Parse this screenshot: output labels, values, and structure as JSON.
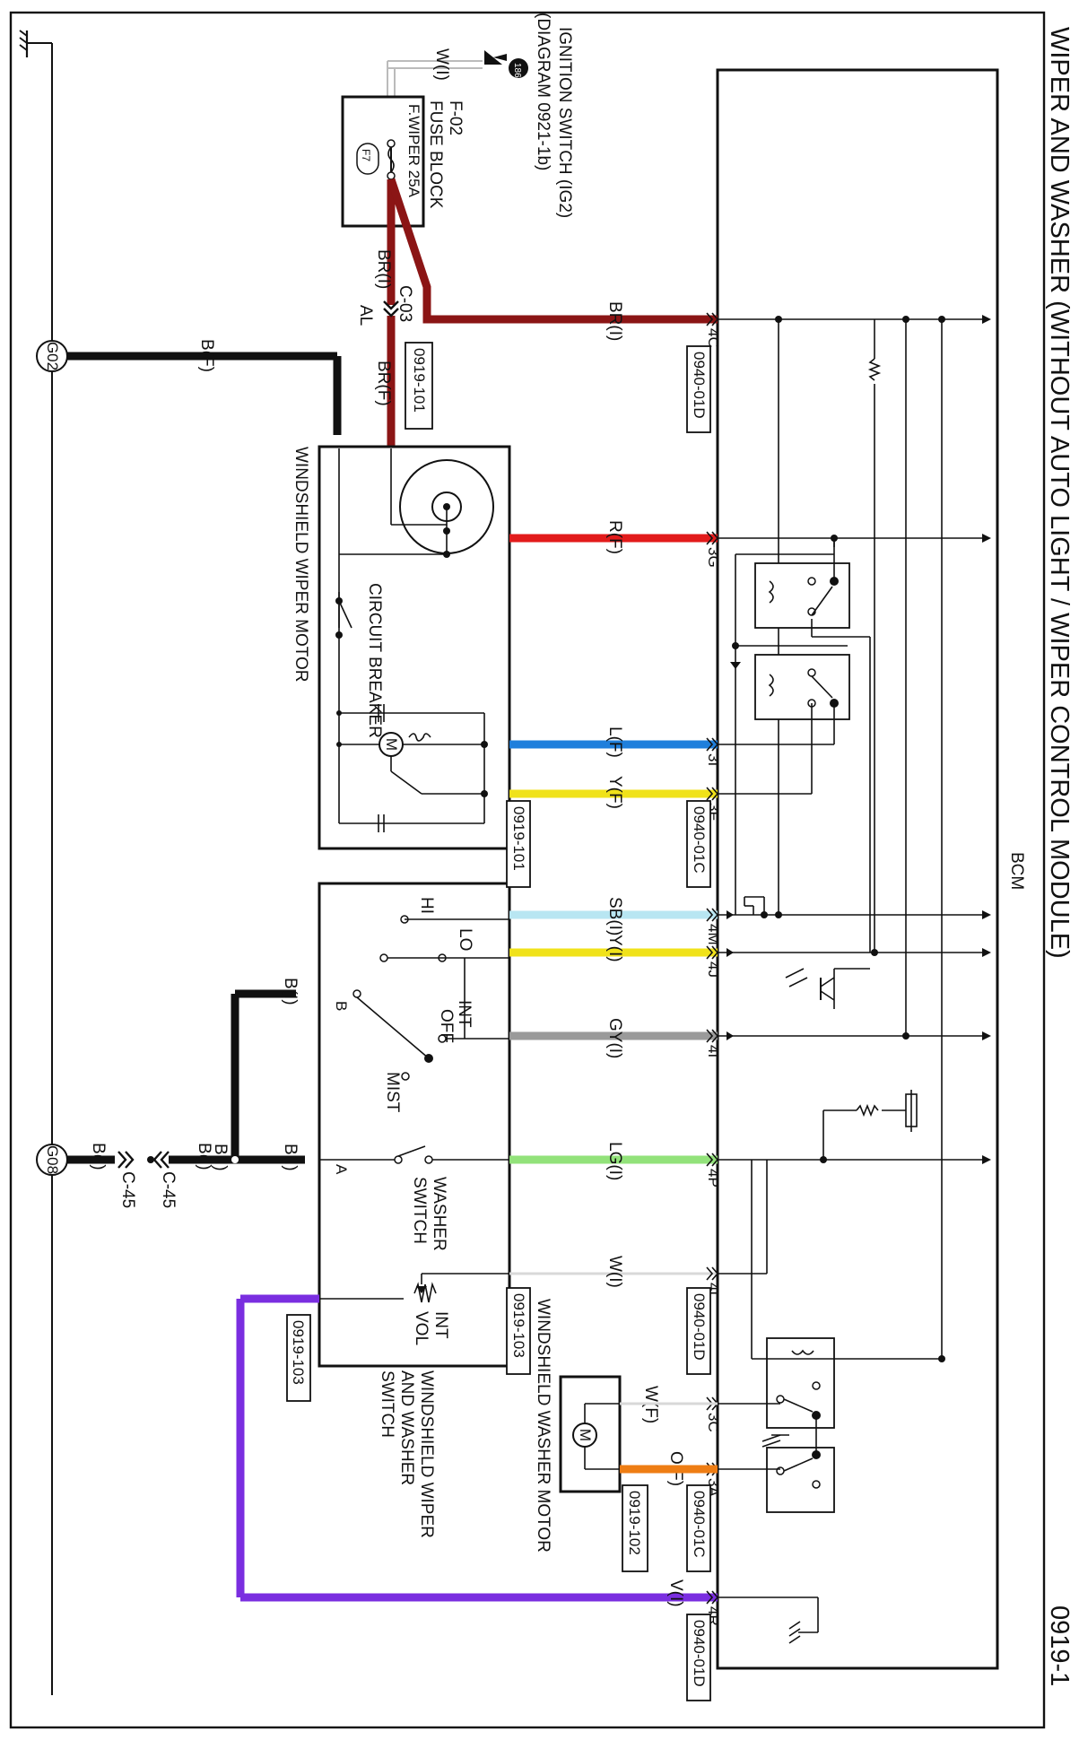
{
  "title": "WIPER AND WASHER (WITHOUT AUTO LIGHT / WIPER CONTROL MODULE)",
  "page_number": "0919-1",
  "bcm_label": "BCM",
  "ignition": {
    "label_line1": "IGNITION SWITCH (IG2)",
    "label_line2": "(DIAGRAM 0921-1b)",
    "badge": "186",
    "wire": "W(I)"
  },
  "fuse_block": {
    "code": "F-02",
    "name": "FUSE BLOCK",
    "fuse": "F.WIPER 25A",
    "tag": "F7"
  },
  "connector_c03": {
    "name": "C-03",
    "side": "AL",
    "wire_left": "BR(I)",
    "wire_right": "BR(F)",
    "ref": "0919-101"
  },
  "grounds": [
    {
      "label": "G02",
      "wire": "B(F)"
    },
    {
      "label": "G08",
      "wire": "B(I)"
    }
  ],
  "connector_c45": {
    "left": "C-45",
    "right": "C-45",
    "wire": "B(I)"
  },
  "wiper_motor": {
    "name": "WINDSHIELD WIPER MOTOR",
    "circuit_breaker": "CIRCUIT BREAKER",
    "ref": "0919-101"
  },
  "wiper_switch": {
    "name_line1": "WINDSHIELD WIPER",
    "name_line2": "AND WASHER",
    "name_line3": "SWITCH",
    "ref": "0919-103",
    "positions": [
      "HI",
      "LO",
      "INT",
      "OFF",
      "MIST"
    ],
    "washer_switch_line1": "WASHER",
    "washer_switch_line2": "SWITCH",
    "int_vol_line1": "INT",
    "int_vol_line2": "VOL",
    "pin_a": "A",
    "pin_b": "B",
    "wire_a": "B(I)",
    "wire_b": "B(I)",
    "wire_join": "B(I)"
  },
  "washer_motor": {
    "name": "WINDSHIELD WASHER MOTOR",
    "ref": "0919-102",
    "mark": "M"
  },
  "motor_mark": "M",
  "bcm_pins": [
    {
      "pin": "4C",
      "wire": "BR(I)",
      "color": "#8b1515"
    },
    {
      "pin": "3G",
      "wire": "R(F)",
      "color": "#e21b1b"
    },
    {
      "pin": "3I",
      "wire": "L(F)",
      "color": "#1f7fdc"
    },
    {
      "pin": "3E",
      "wire": "Y(F)",
      "color": "#f0e21a"
    },
    {
      "pin": "4M",
      "wire": "SB(I)",
      "color": "#b8e6f2"
    },
    {
      "pin": "4J",
      "wire": "Y(I)",
      "color": "#f0e21a"
    },
    {
      "pin": "4I",
      "wire": "GY(I)",
      "color": "#9a9a9a"
    },
    {
      "pin": "4P",
      "wire": "LG(I)",
      "color": "#92e27a"
    },
    {
      "pin": "4L",
      "wire": "W(I)",
      "color": "#d8d8d8"
    },
    {
      "pin": "3C",
      "wire": "W(F)",
      "color": "#d8d8d8"
    },
    {
      "pin": "3A",
      "wire": "O(F)",
      "color": "#ee7d14"
    },
    {
      "pin": "4R",
      "wire": "V(I)",
      "color": "#7a2ee0"
    }
  ],
  "bcm_refs": [
    "0940-01D",
    "0940-01C",
    "0940-01D",
    "0940-01C",
    "0940-01D"
  ],
  "switch_refs": [
    "0919-101",
    "0919-103"
  ],
  "colors": {
    "brown": "#8b1515",
    "red": "#e21b1b",
    "blue": "#1f7fdc",
    "yellow": "#f0e21a",
    "skyblue": "#b8e6f2",
    "gray": "#9a9a9a",
    "lightgreen": "#92e27a",
    "white": "#d8d8d8",
    "orange": "#ee7d14",
    "violet": "#7a2ee0",
    "black": "#111111"
  }
}
